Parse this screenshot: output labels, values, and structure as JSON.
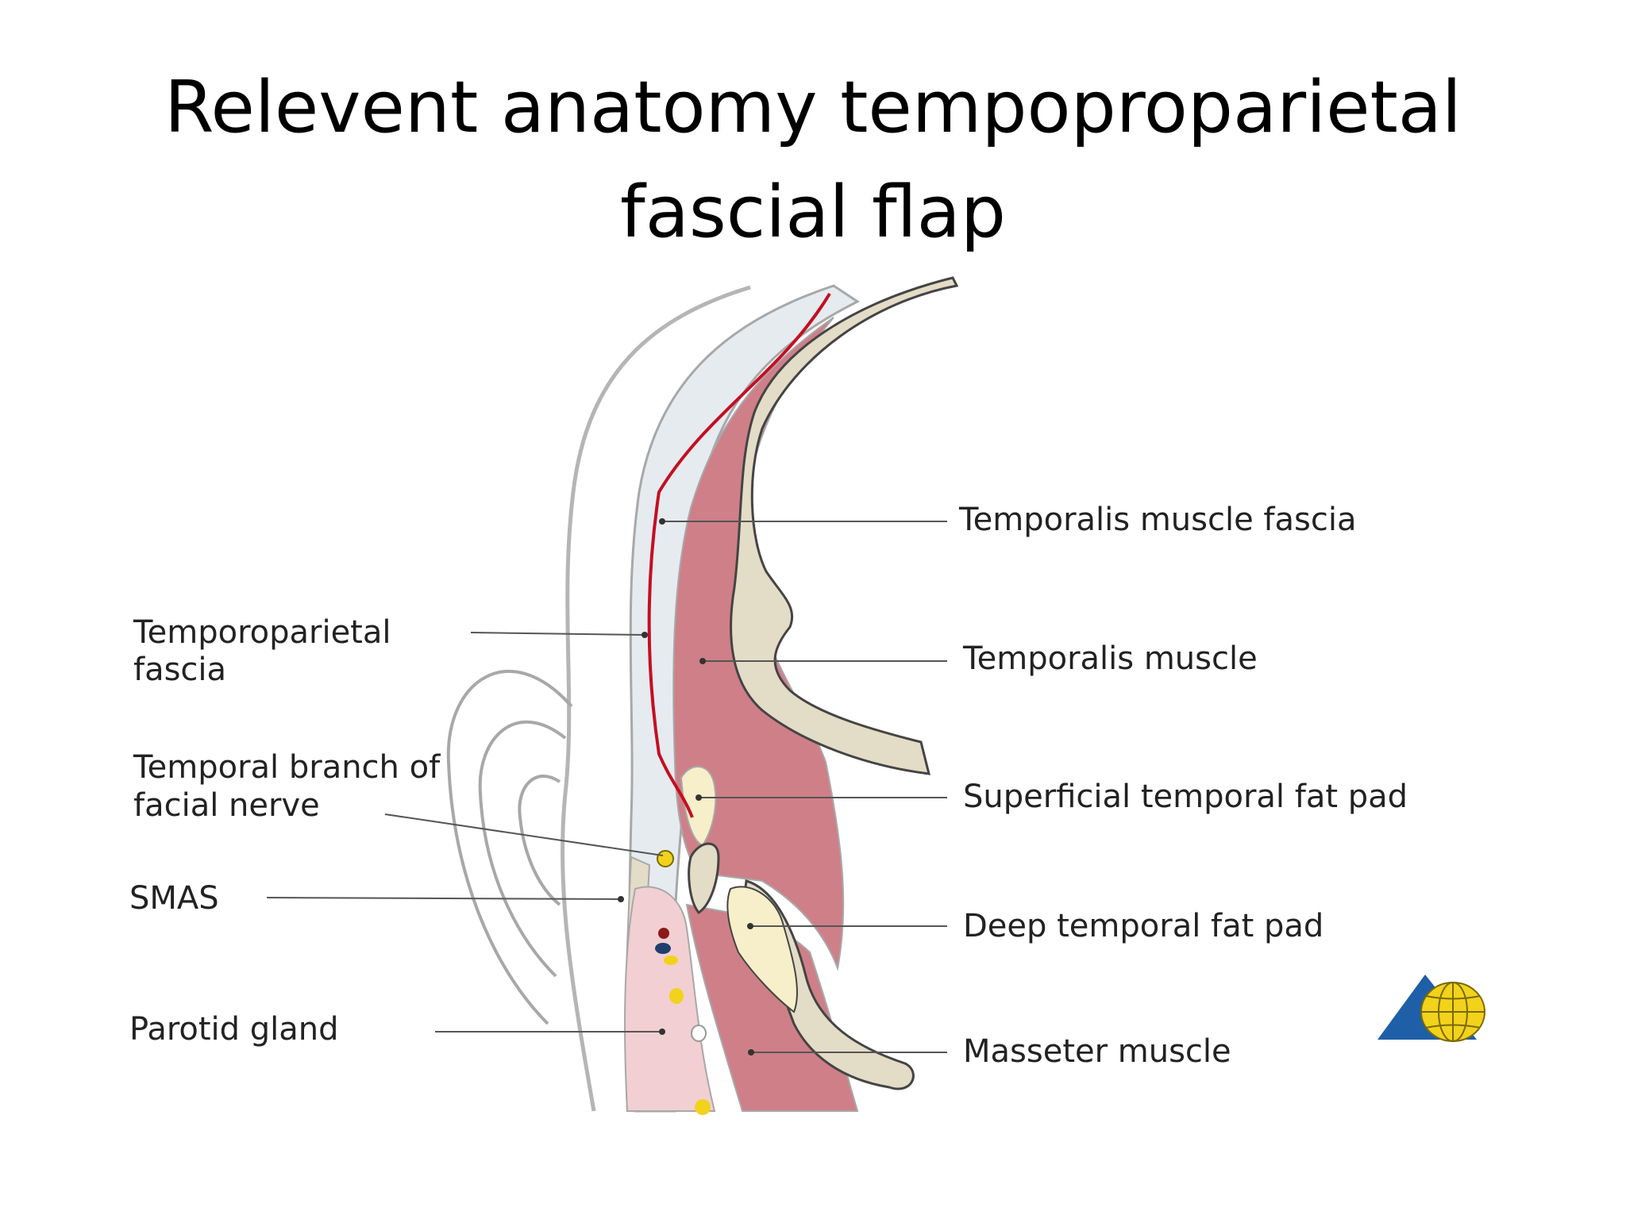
{
  "slide": {
    "title_line1": "Relevent anatomy tempoproparietal",
    "title_line2": "fascial flap"
  },
  "labels": {
    "left": {
      "temporoparietal_fascia_1": "Temporoparietal",
      "temporoparietal_fascia_2": "fascia",
      "temporal_branch_1": "Temporal branch of",
      "temporal_branch_2": "facial nerve",
      "smas": "SMAS",
      "parotid_gland": "Parotid gland"
    },
    "right": {
      "temporalis_muscle_fascia": "Temporalis muscle fascia",
      "temporalis_muscle": "Temporalis muscle",
      "superficial_temporal_fat_pad": "Superficial temporal fat pad",
      "deep_temporal_fat_pad": "Deep temporal fat pad",
      "masseter_muscle": "Masseter muscle"
    }
  },
  "colors": {
    "muscle": "#cf7f88",
    "bone": "#e3dcc6",
    "fat": "#f7efc9",
    "fascia": "#e6ebf0",
    "parotid": "#f2cfd3",
    "nerve": "#c40f22",
    "logo_blue": "#1f5fa8",
    "logo_yellow": "#f2d21b"
  },
  "icons": {
    "logo": "globe-triangle-logo"
  }
}
